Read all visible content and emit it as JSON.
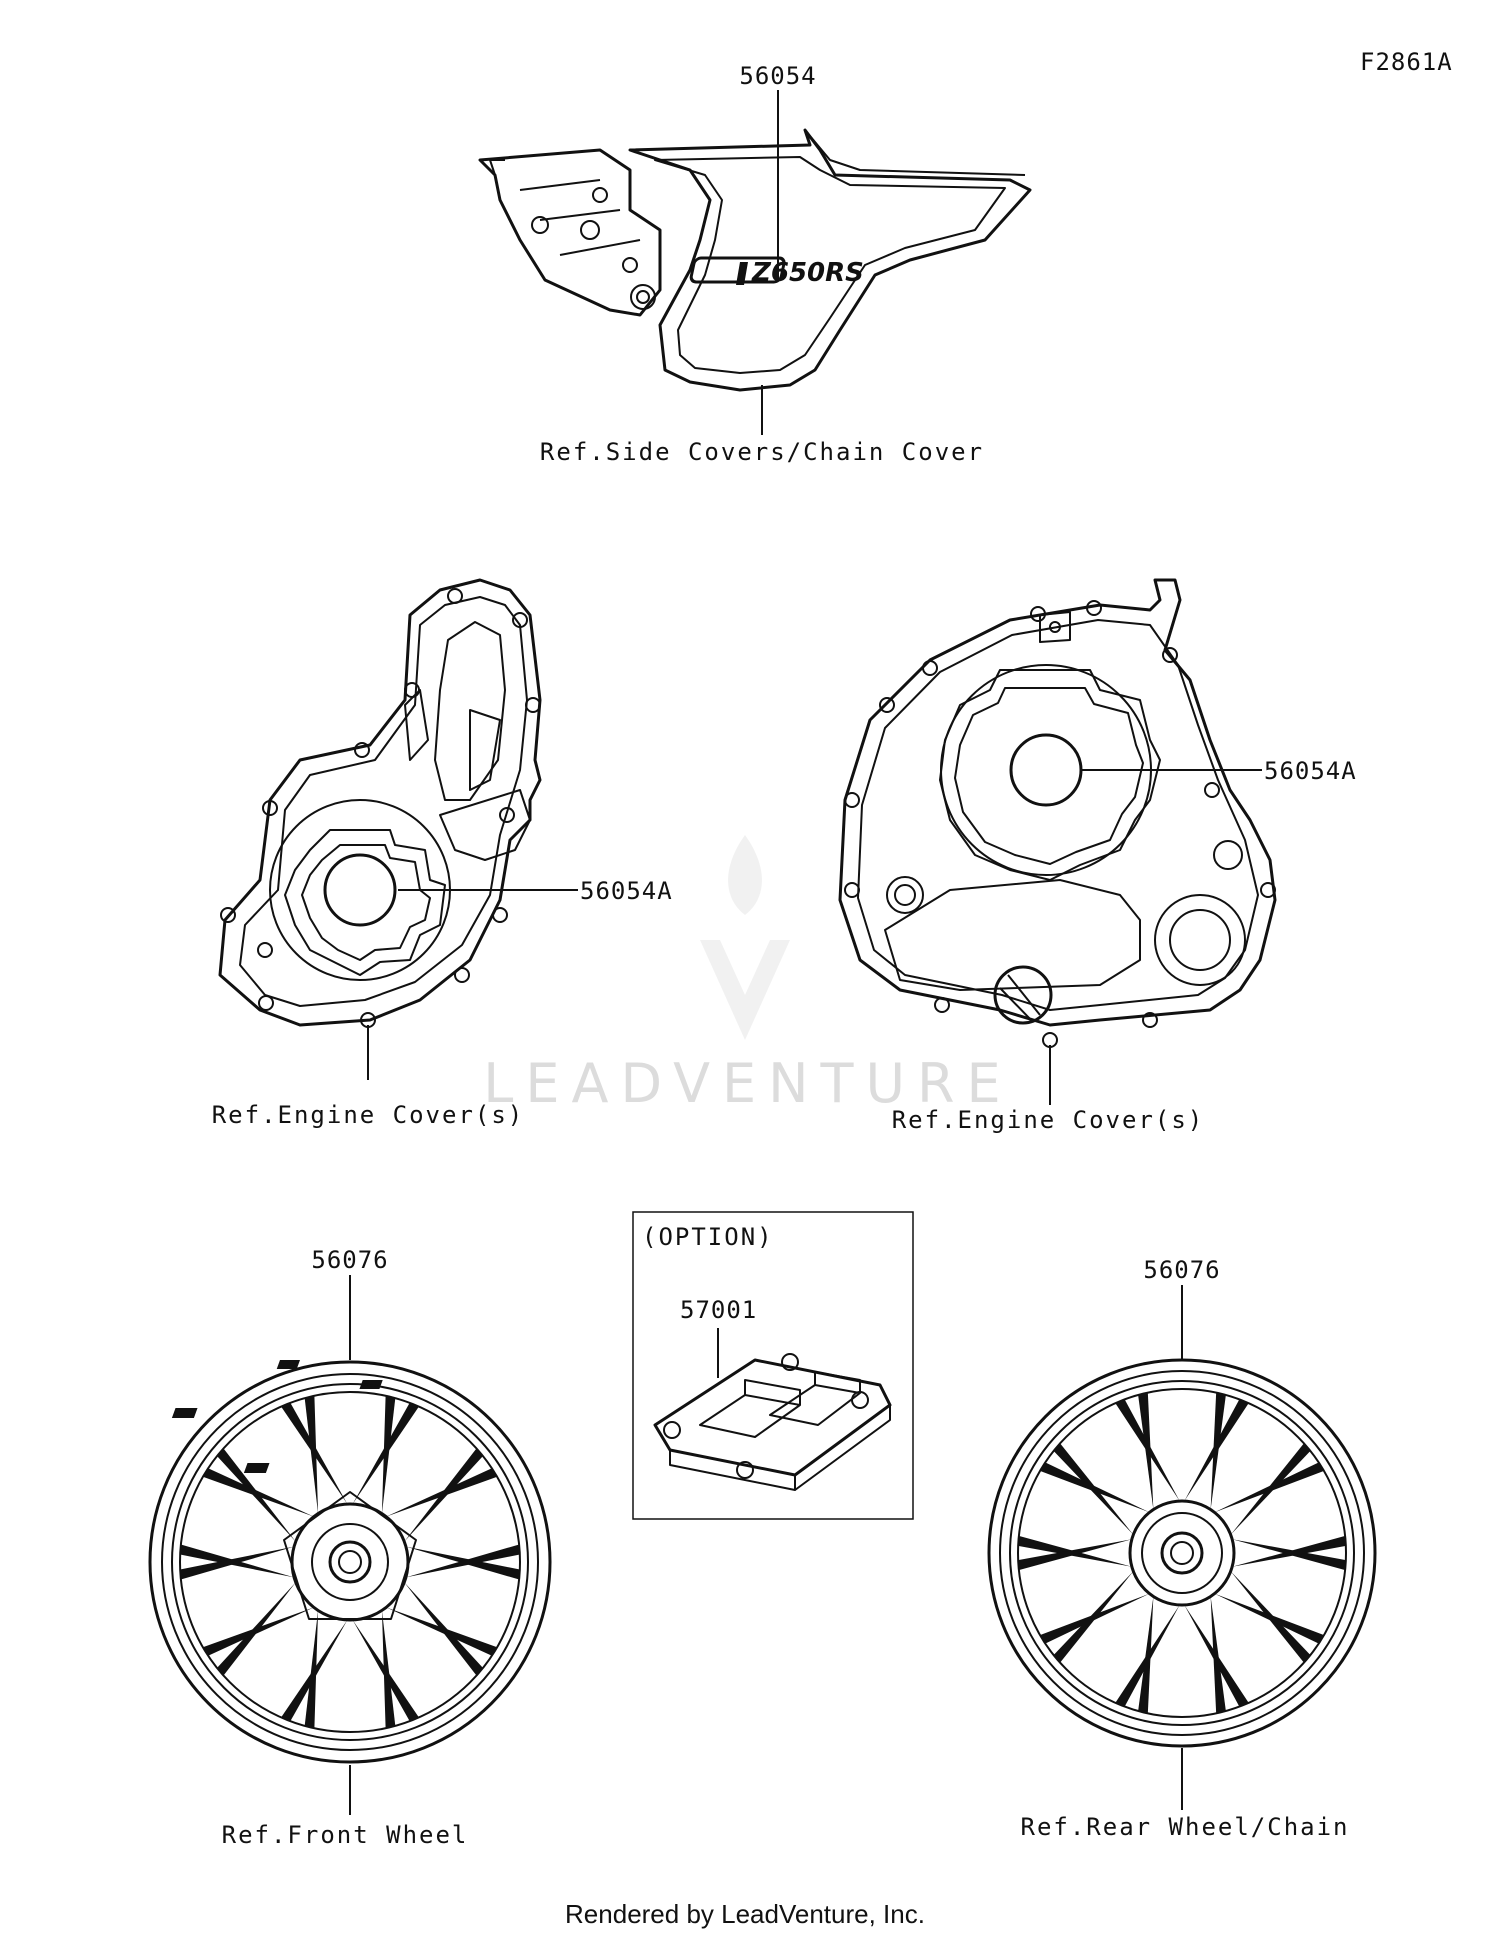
{
  "diagram_code": "F2861A",
  "watermark": "LEADVENTURE",
  "footer": "Rendered by LeadVenture, Inc.",
  "side_cover": {
    "part_number": "56054",
    "ref_label": "Ref.Side Covers/Chain Cover",
    "decal_text": "Z650RS"
  },
  "left_engine_cover": {
    "part_number": "56054A",
    "ref_label": "Ref.Engine Cover(s)"
  },
  "right_engine_cover": {
    "part_number": "56054A",
    "ref_label": "Ref.Engine Cover(s)"
  },
  "option_box": {
    "title": "(OPTION)",
    "part_number": "57001"
  },
  "front_wheel": {
    "part_number": "56076",
    "ref_label": "Ref.Front Wheel"
  },
  "rear_wheel": {
    "part_number": "56076",
    "ref_label": "Ref.Rear Wheel/Chain"
  }
}
